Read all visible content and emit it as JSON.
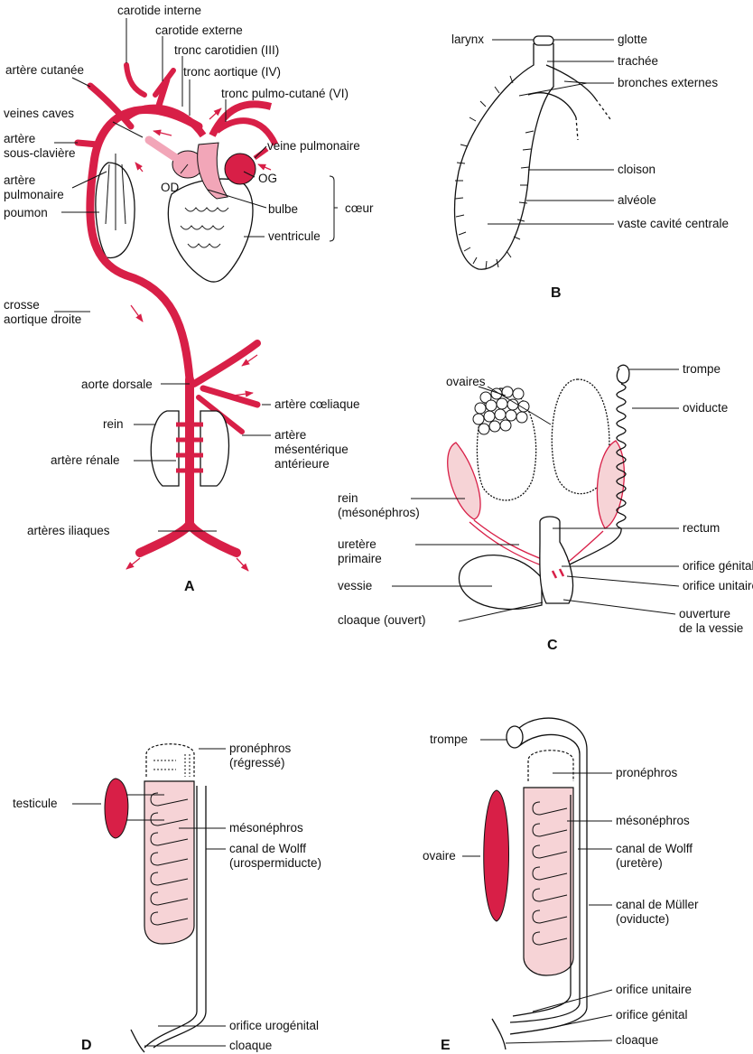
{
  "colors": {
    "artery": "#d81f47",
    "artery_light": "#f2a6b8",
    "kidney_fill": "#f6d3d6",
    "outline": "#111111",
    "leader": "#111111"
  },
  "panels": {
    "A": {
      "letter": "A",
      "labels": {
        "carotide_interne": "carotide interne",
        "carotide_externe": "carotide externe",
        "tronc_carotidien": "tronc carotidien (III)",
        "tronc_aortique": "tronc aortique (IV)",
        "tronc_pulmo_cutane": "tronc pulmo-cutané (VI)",
        "artere_cutanee": "artère cutanée",
        "veines_caves": "veines caves",
        "artere_sous_claviere_1": "artère",
        "artere_sous_claviere_2": "sous-clavière",
        "veine_pulmonaire": "veine pulmonaire",
        "og": "OG",
        "od": "OD",
        "artere_pulmonaire_1": "artère",
        "artere_pulmonaire_2": "pulmonaire",
        "coeur": "cœur",
        "bulbe": "bulbe",
        "poumon": "poumon",
        "ventricule": "ventricule",
        "crosse_1": "crosse",
        "crosse_2": "aortique droite",
        "aorte_dorsale": "aorte dorsale",
        "artere_coeliaque": "artère cœliaque",
        "rein": "rein",
        "artere_renale": "artère rénale",
        "artere_mesent_1": "artère",
        "artere_mesent_2": "mésentérique",
        "artere_mesent_3": "antérieure",
        "arteres_iliaques": "artères iliaques"
      }
    },
    "B": {
      "letter": "B",
      "labels": {
        "larynx": "larynx",
        "glotte": "glotte",
        "trachee": "trachée",
        "bronches_externes": "bronches externes",
        "cloison": "cloison",
        "alveole": "alvéole",
        "vaste_cavite": "vaste cavité centrale"
      }
    },
    "C": {
      "letter": "C",
      "labels": {
        "trompe": "trompe",
        "ovaires": "ovaires",
        "oviducte": "oviducte",
        "rein_1": "rein",
        "rein_2": "(mésonéphros)",
        "rectum": "rectum",
        "uretere_1": "uretère",
        "uretere_2": "primaire",
        "orifice_genital": "orifice génital",
        "vessie": "vessie",
        "orifice_unitaire": "orifice unitaire",
        "cloaque_ouvert": "cloaque (ouvert)",
        "ouverture_1": "ouverture",
        "ouverture_2": "de la vessie"
      }
    },
    "D": {
      "letter": "D",
      "labels": {
        "pronephros_1": "pronéphros",
        "pronephros_2": "(régressé)",
        "testicule": "testicule",
        "mesonephros": "mésonéphros",
        "canal_wolff_1": "canal de Wolff",
        "canal_wolff_2": "(urospermiducte)",
        "orifice_urogenital": "orifice urogénital",
        "cloaque": "cloaque"
      }
    },
    "E": {
      "letter": "E",
      "labels": {
        "trompe": "trompe",
        "pronephros": "pronéphros",
        "mesonephros": "mésonéphros",
        "ovaire": "ovaire",
        "canal_wolff_1": "canal de Wolff",
        "canal_wolff_2": "(uretère)",
        "canal_muller_1": "canal de Müller",
        "canal_muller_2": "(oviducte)",
        "orifice_unitaire": "orifice unitaire",
        "orifice_genital": "orifice génital",
        "cloaque": "cloaque"
      }
    }
  }
}
